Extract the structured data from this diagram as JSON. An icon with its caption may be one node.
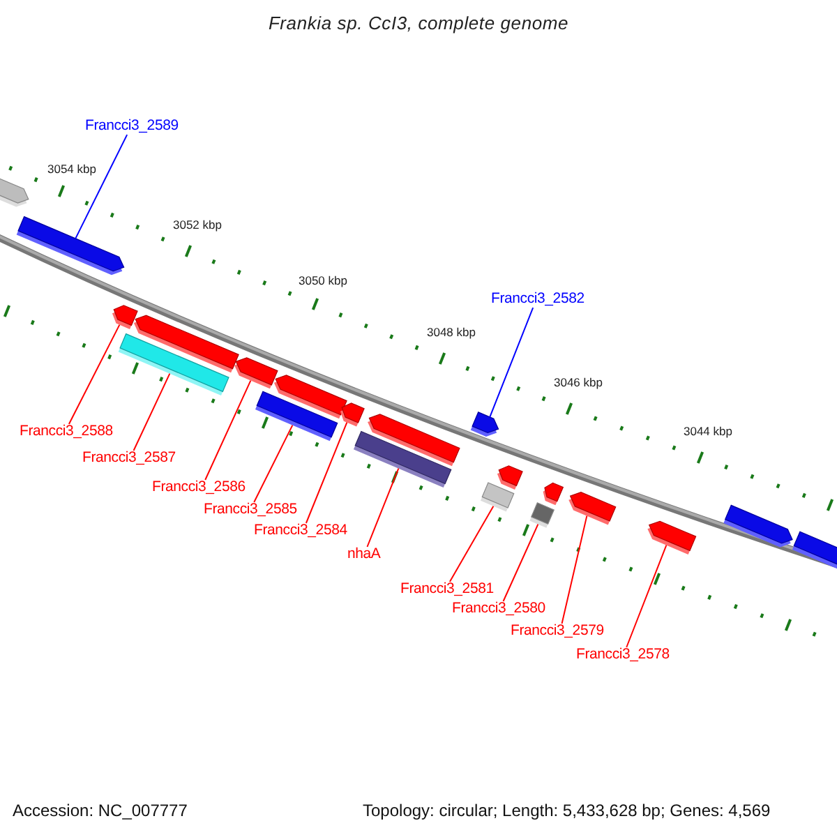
{
  "diagram": {
    "title": "Frankia sp. CcI3, complete genome",
    "nodes": [
      {
        "text": [
          "Francci3_2589"
        ]
      },
      {
        "text": [
          "Francci3_2582"
        ]
      },
      {
        "text": [
          "Francci3_2588"
        ]
      },
      {
        "text": [
          "Francci3_2587"
        ]
      },
      {
        "text": [
          "Francci3_2586"
        ]
      },
      {
        "text": [
          "Francci3_2585"
        ]
      },
      {
        "text": [
          "Francci3_2584"
        ]
      },
      {
        "text": [
          "nhaA"
        ]
      },
      {
        "text": [
          "Francci3_2581"
        ]
      },
      {
        "text": [
          "Francci3_2580"
        ]
      },
      {
        "text": [
          "Francci3_2579"
        ]
      },
      {
        "text": [
          "Francci3_2578"
        ]
      },
      {
        "text": [],
        "shape": "arrow"
      },
      {
        "text": [],
        "shape": "arrow"
      },
      {
        "text": [],
        "shape": "arrow"
      },
      {
        "text": [],
        "shape": "arrow"
      },
      {
        "text": [],
        "shape": "box"
      },
      {
        "text": [],
        "shape": "arrow"
      },
      {
        "text": [],
        "shape": "arrow"
      },
      {
        "text": [],
        "shape": "box"
      },
      {
        "text": [],
        "shape": "arrow"
      },
      {
        "text": [],
        "shape": "arrow"
      },
      {
        "text": [],
        "shape": "box"
      },
      {
        "text": [],
        "shape": "arrow"
      },
      {
        "text": [],
        "shape": "box"
      },
      {
        "text": [],
        "shape": "arrow"
      },
      {
        "text": [],
        "shape": "box"
      },
      {
        "text": [],
        "shape": "arrow"
      },
      {
        "text": [],
        "shape": "arrow"
      },
      {
        "text": [],
        "shape": "arrow"
      },
      {
        "text": [],
        "shape": "arrow"
      },
      {
        "text": [],
        "shape": "arrow"
      }
    ],
    "edges": [
      {
        "from": 0,
        "to": 13,
        "arrow": "none",
        "color": "#0000ff"
      },
      {
        "from": 1,
        "to": 23,
        "arrow": "none",
        "color": "#0000ff"
      },
      {
        "from": 2,
        "to": 14,
        "arrow": "none"
      },
      {
        "from": 3,
        "to": 16,
        "arrow": "none"
      },
      {
        "from": 4,
        "to": 17,
        "arrow": "none"
      },
      {
        "from": 5,
        "to": 19,
        "arrow": "none"
      },
      {
        "from": 6,
        "to": 20,
        "arrow": "none"
      },
      {
        "from": 7,
        "to": 22,
        "arrow": "none"
      },
      {
        "from": 8,
        "to": 24,
        "arrow": "none"
      },
      {
        "from": 9,
        "to": 26,
        "arrow": "none"
      },
      {
        "from": 10,
        "to": 28,
        "arrow": "none"
      },
      {
        "from": 11,
        "to": 29,
        "arrow": "none"
      }
    ],
    "labels": [
      "3054 kbp",
      "3052 kbp",
      "3050 kbp",
      "3048 kbp",
      "3046 kbp",
      "3044 kbp",
      "Accession: NC_007777",
      "Topology: circular; Length: 5,433,628 bp; Genes: 4,569"
    ]
  }
}
